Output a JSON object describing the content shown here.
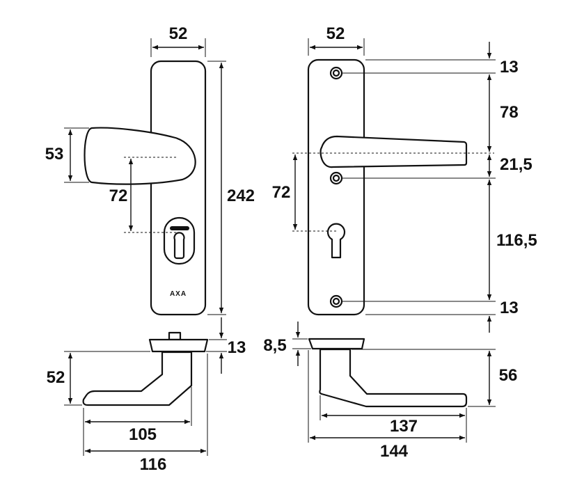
{
  "colors": {
    "ink": "#111111",
    "background": "#ffffff"
  },
  "plate_text": "AXA",
  "dimensions": {
    "left_plate_width": "52",
    "right_plate_width": "52",
    "knob_height": "53",
    "left_knob_to_cylinder": "72",
    "left_plate_height": "242",
    "right_lever_to_cylinder": "72",
    "right_top_to_hole": "13",
    "right_hole_to_lever": "78",
    "right_lever_to_hole": "21,5",
    "right_hole_to_bottom_hole": "116,5",
    "right_bottom_hole_to_end": "13",
    "left_rose_thickness": "13",
    "left_projection": "52",
    "left_reach_inner": "105",
    "left_reach_total": "116",
    "right_rose_thickness": "8,5",
    "right_projection": "56",
    "right_lever_length": "137",
    "right_total_length": "144"
  }
}
